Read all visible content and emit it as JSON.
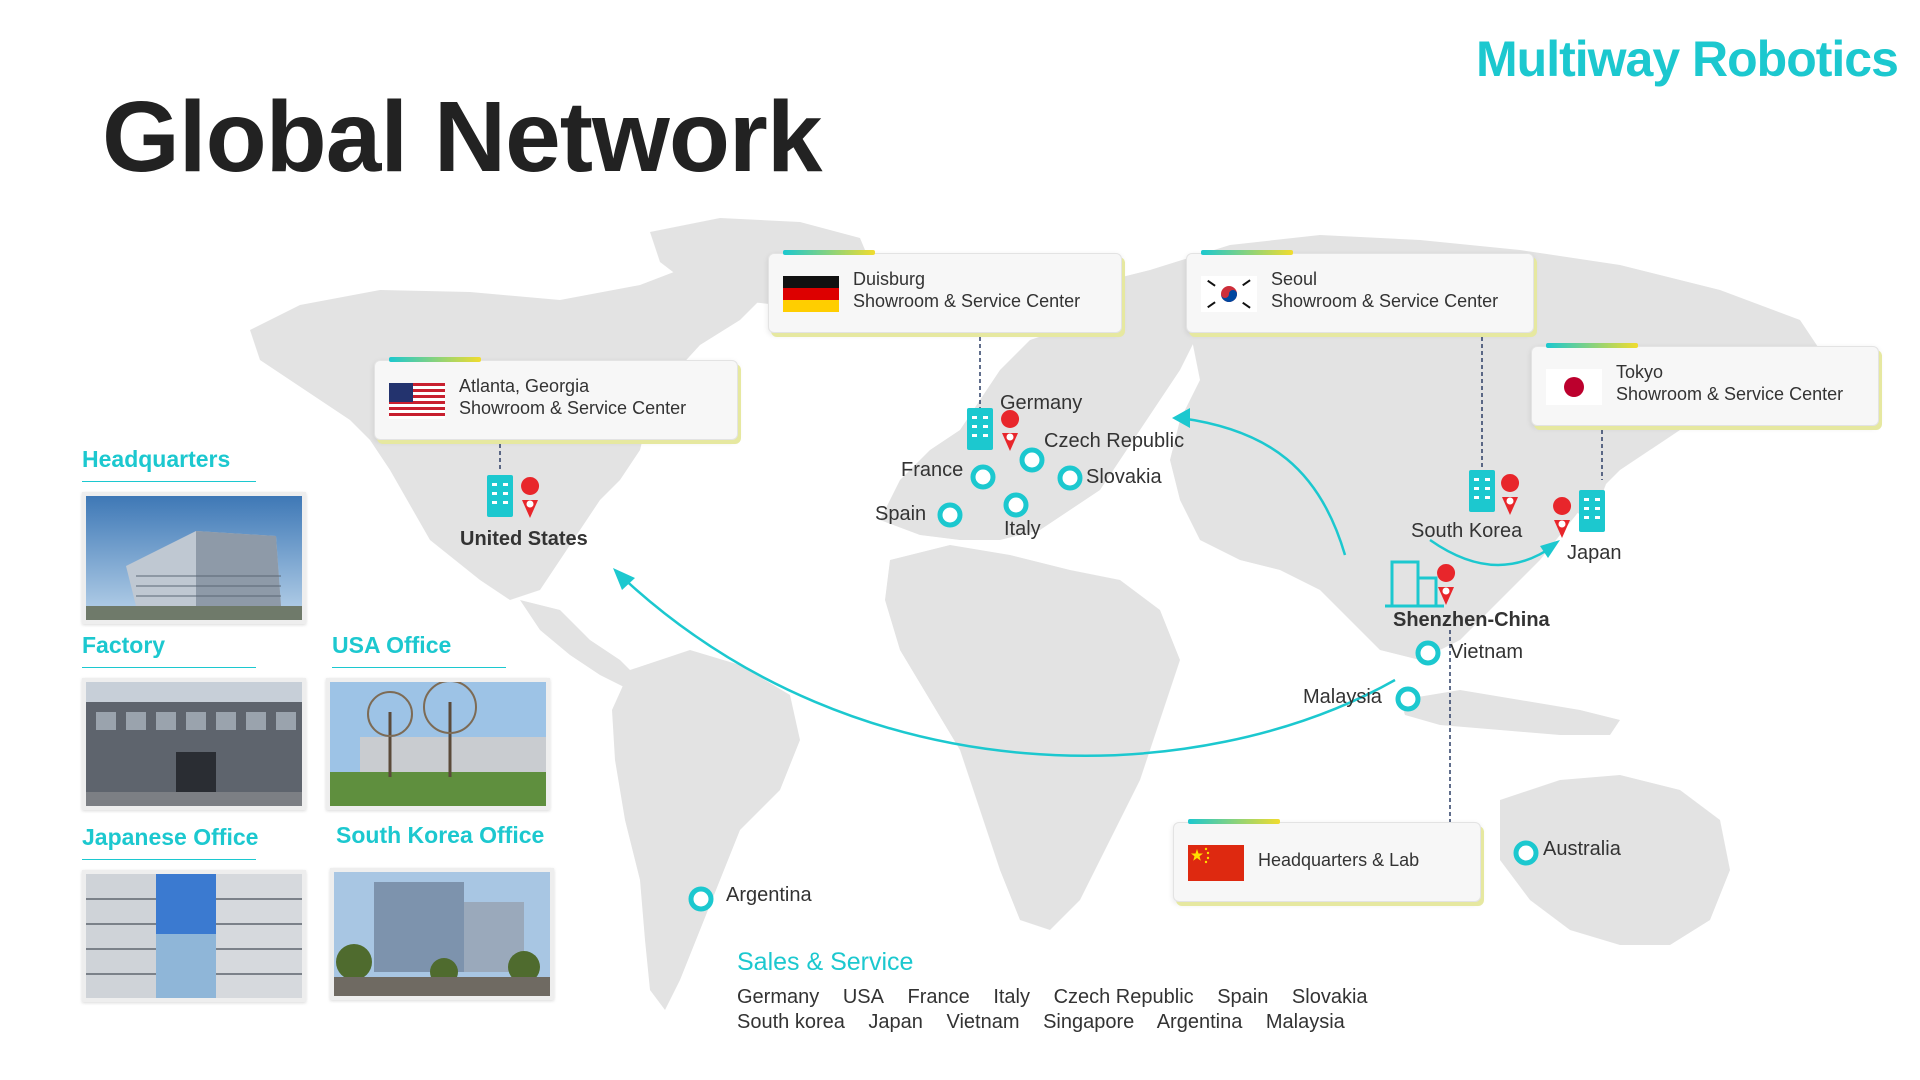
{
  "brand": "Multiway Robotics",
  "title": "Global Network",
  "cards": [
    {
      "name": "usa",
      "city": "Atlanta,  Georgia",
      "desc": "Showroom & Service Center"
    },
    {
      "name": "germany",
      "city": "Duisburg",
      "desc": "Showroom & Service Center"
    },
    {
      "name": "korea",
      "city": "Seoul",
      "desc": "Showroom & Service Center"
    },
    {
      "name": "japan",
      "city": "Tokyo",
      "desc": "Showroom & Service Center"
    },
    {
      "name": "china",
      "city": "",
      "desc": "Headquarters & Lab"
    }
  ],
  "map_labels": {
    "united_states": "United States",
    "germany": "Germany",
    "czech": "Czech Republic",
    "france": "France",
    "slovakia": "Slovakia",
    "spain": "Spain",
    "italy": "Italy",
    "south_korea": "South Korea",
    "japan": "Japan",
    "shenzhen": "Shenzhen-China",
    "vietnam": "Vietnam",
    "malaysia": "Malaysia",
    "australia": "Australia",
    "argentina": "Argentina"
  },
  "sidebar": {
    "headquarters": "Headquarters",
    "factory": "Factory",
    "usa_office": "USA  Office",
    "japanese_office": "Japanese  Office",
    "south_korea_office": "South Korea  Office"
  },
  "sales": {
    "heading": "Sales & Service",
    "row1": [
      "Germany",
      "USA",
      "France",
      "Italy",
      "Czech Republic",
      "Spain",
      "Slovakia"
    ],
    "row2": [
      "South korea",
      "Japan",
      "Vietnam",
      "Singapore",
      "Argentina",
      "Malaysia"
    ]
  },
  "colors": {
    "accent": "#1cc8cf",
    "pin": "#e8262b",
    "map_land": "#e3e3e3"
  }
}
